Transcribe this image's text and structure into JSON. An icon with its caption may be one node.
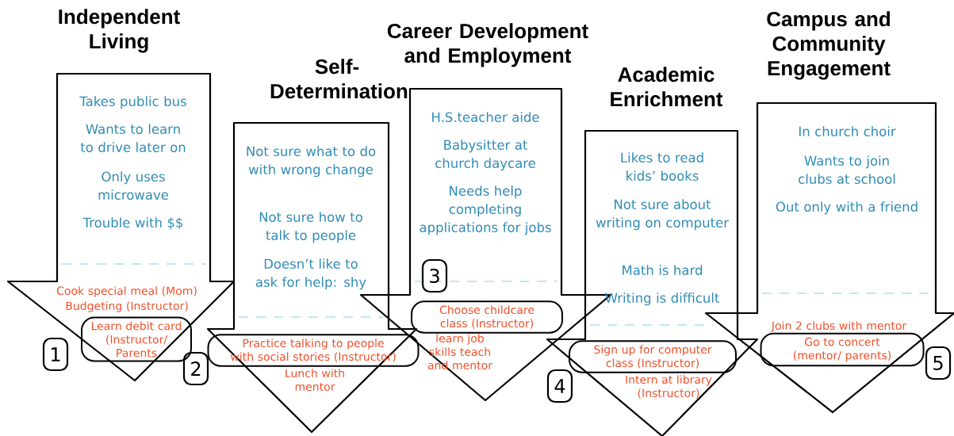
{
  "diagram": {
    "nodes": [
      {
        "text": [
          "Independent Living",
          "Takes public bus",
          "Wants to learn to drive later on",
          "Only uses microwave",
          "Trouble with $$",
          "Cook special meal (Mom)",
          "Budgeting (Instructor)"
        ]
      },
      {
        "text": [
          "Learn debit card (Instructor/ Parents"
        ],
        "in": 0
      },
      {
        "text": [
          "1"
        ]
      },
      {
        "text": [
          "Self-Determination",
          "Not sure what to do with wrong change",
          "Not sure how to talk to people",
          "Doesn’t like to ask for help: shy",
          "Lunch with mentor"
        ]
      },
      {
        "text": [
          "Practice talking to people with social stories (Instructor)"
        ],
        "in": 3
      },
      {
        "text": [
          "2"
        ]
      },
      {
        "text": [
          "Career Development and Employment",
          "H.S.teacher aide",
          "Babysitter at church daycare",
          "Needs help completing applications for jobs",
          "learn job skills teach and mentor"
        ]
      },
      {
        "text": [
          "Choose childcare class (Instructor)"
        ],
        "in": 6
      },
      {
        "text": [
          "3"
        ],
        "in": 6
      },
      {
        "text": [
          "Academic Enrichment",
          "Likes to read kids’ books",
          "Not sure about writing on computer",
          "Math is hard",
          "Writing is difficult",
          "Intern at library (Instructor)"
        ]
      },
      {
        "text": [
          "Sign up for computer class (Instructor)"
        ],
        "in": 9
      },
      {
        "text": [
          "4"
        ]
      },
      {
        "text": [
          "Campus and Community Engagement",
          "In church choir",
          "Wants to join clubs at school",
          "Out only with a friend",
          "Join 2 clubs with mentor"
        ]
      },
      {
        "text": [
          "Go to concert (mentor/ parents)"
        ],
        "in": 12
      },
      {
        "text": [
          "5"
        ]
      }
    ]
  }
}
